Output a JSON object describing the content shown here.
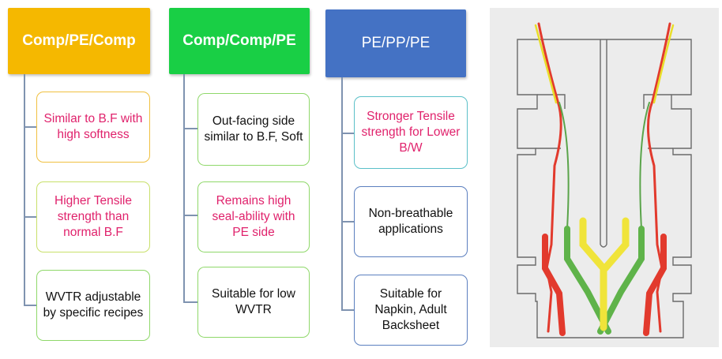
{
  "colors": {
    "col1_header": "#f5b800",
    "col2_header": "#19cf45",
    "col3_header": "#4472c4",
    "col1_border": "#f0c040",
    "col2_border": "#8fd86a",
    "col3_border": "#5b7fbf",
    "highlight_text": "#e0226c",
    "normal_text": "#111111",
    "photo_bg": "#ececec"
  },
  "columns": [
    {
      "title": "Comp/PE/Comp",
      "cards": [
        {
          "text": "Similar to B.F with high softness",
          "highlight": true
        },
        {
          "text": "Higher Tensile strength than normal B.F",
          "highlight": true
        },
        {
          "text": "WVTR adjustable by specific recipes",
          "highlight": false
        }
      ]
    },
    {
      "title": "Comp/Comp/PE",
      "cards": [
        {
          "text": "Out-facing side similar to B.F, Soft",
          "highlight": false
        },
        {
          "text": "Remains high seal-ability with PE side",
          "highlight": true
        },
        {
          "text": "Suitable for low WVTR",
          "highlight": false
        }
      ]
    },
    {
      "title": "PE/PP/PE",
      "cards": [
        {
          "text": "Stronger Tensile strength for Lower B/W",
          "highlight": true
        },
        {
          "text": "Non-breathable applications",
          "highlight": false
        },
        {
          "text": "Suitable for Napkin, Adult Backsheet",
          "highlight": false
        }
      ]
    }
  ]
}
